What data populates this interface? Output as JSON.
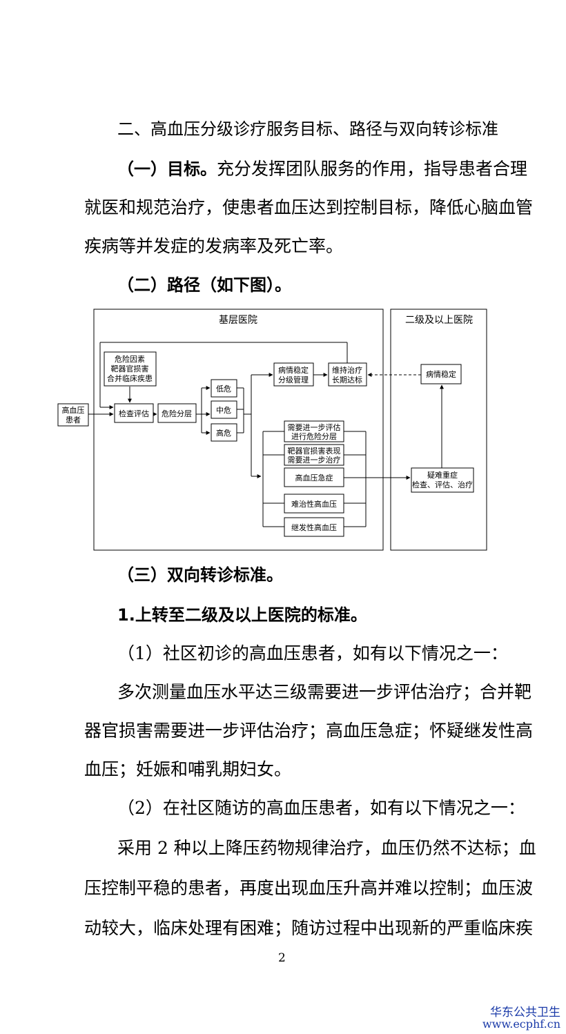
{
  "section_title": "二、高血压分级诊疗服务目标、路径与双向转诊标准",
  "goal": {
    "label": "（一）目标。",
    "lines": [
      "充分发挥团队服务的作用，指导患者合理",
      "就医和规范治疗，使患者血压达到控制目标，降低心脑血管",
      "疾病等并发症的发病率及死亡率。"
    ]
  },
  "path_heading": "（二）路径（如下图）。",
  "diagram": {
    "primary_title": "基层医院",
    "secondary_title": "二级及以上医院",
    "patient": [
      "高血压",
      "患者"
    ],
    "risk_factors": [
      "危险因素",
      "靶器官损害",
      "合并临床疾患"
    ],
    "exam_eval": "检查评估",
    "risk_strat": "危险分层",
    "low": "低危",
    "mid": "中危",
    "high": "高危",
    "stable_mgmt": [
      "病情稳定",
      "分级管理"
    ],
    "maintain": [
      "维持治疗",
      "长期达标"
    ],
    "need_eval": [
      "需要进一步评估",
      "进行危险分层"
    ],
    "organ_damage": [
      "靶器官损害表现",
      "需要进一步治疗"
    ],
    "emergency": "高血压急症",
    "refractory": "难治性高血压",
    "secondary_htn": "继发性高血压",
    "stable_secondary": "病情稳定",
    "difficult": [
      "疑难重症",
      "检查、评估、治疗"
    ]
  },
  "referral_heading": "（三）双向转诊标准。",
  "up_heading": "1.上转至二级及以上医院的标准。",
  "item1_intro": "（1）社区初诊的高血压患者，如有以下情况之一：",
  "item1_lines": [
    "多次测量血压水平达三级需要进一步评估治疗；合并靶",
    "器官损害需要进一步评估治疗；高血压急症；怀疑继发性高",
    "血压；妊娠和哺乳期妇女。"
  ],
  "item2_intro": "（2）在社区随访的高血压患者，如有以下情况之一：",
  "item2_lines": [
    "采用 2 种以上降压药物规律治疗，血压仍然不达标；血",
    "压控制平稳的患者，再度出现血压升高并难以控制；血压波",
    "动较大，临床处理有困难；随访过程中出现新的严重临床疾"
  ],
  "page_number": "2",
  "watermark": {
    "name": "华东公共卫生",
    "url": "www.ecphf.cn"
  }
}
